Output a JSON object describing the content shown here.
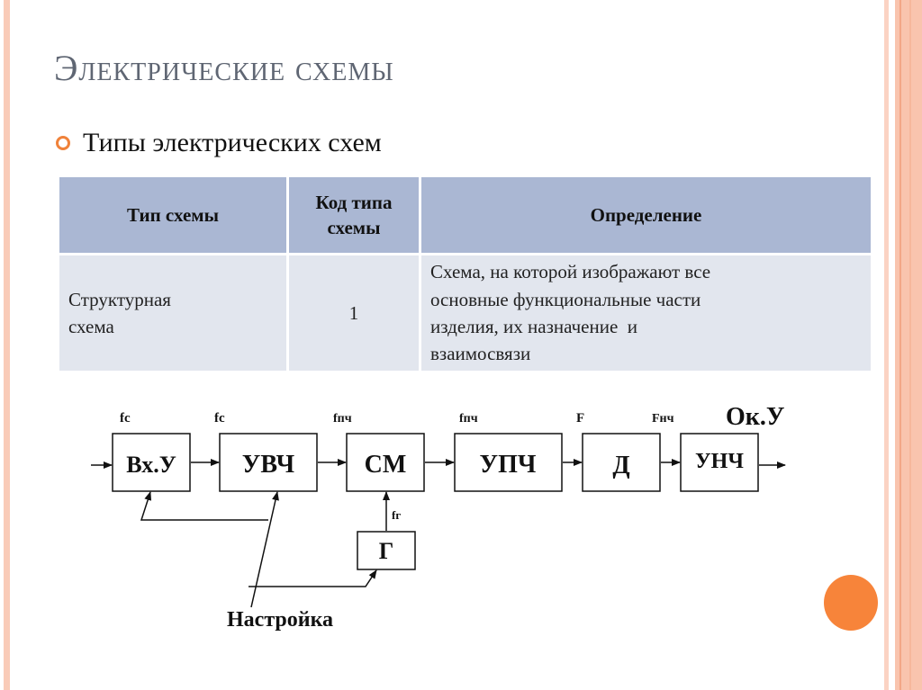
{
  "slide": {
    "title": "Электрические схемы",
    "bullet": "Типы электрических схем",
    "accent_color": "#f0823a",
    "stripe_color": "#f9cbb8"
  },
  "table": {
    "headers": [
      "Тип схемы",
      "Код типа схемы",
      "Определение"
    ],
    "rows": [
      {
        "type_lines": [
          "Структурная",
          "схема"
        ],
        "code": "1",
        "definition_lines": [
          "Схема, на которой изображают все",
          "основные функциональные части",
          "изделия, их назначение  и",
          "взаимосвязи"
        ]
      }
    ]
  },
  "diagram": {
    "blocks": [
      {
        "id": "vxu",
        "label": "Вх.У"
      },
      {
        "id": "uvch",
        "label": "УВЧ"
      },
      {
        "id": "sm",
        "label": "СМ"
      },
      {
        "id": "upch",
        "label": "УПЧ"
      },
      {
        "id": "d",
        "label": "Д"
      },
      {
        "id": "unch",
        "label": "УНЧ"
      },
      {
        "id": "g",
        "label": "Г"
      }
    ],
    "signal_labels": {
      "vxu": "fc",
      "uvch": "fc",
      "sm": "fпч",
      "upch": "fпч",
      "d": "F",
      "unch": "Fнч",
      "g": "fг"
    },
    "output_label": "Ок.У",
    "tuning_label": "Настройка"
  }
}
